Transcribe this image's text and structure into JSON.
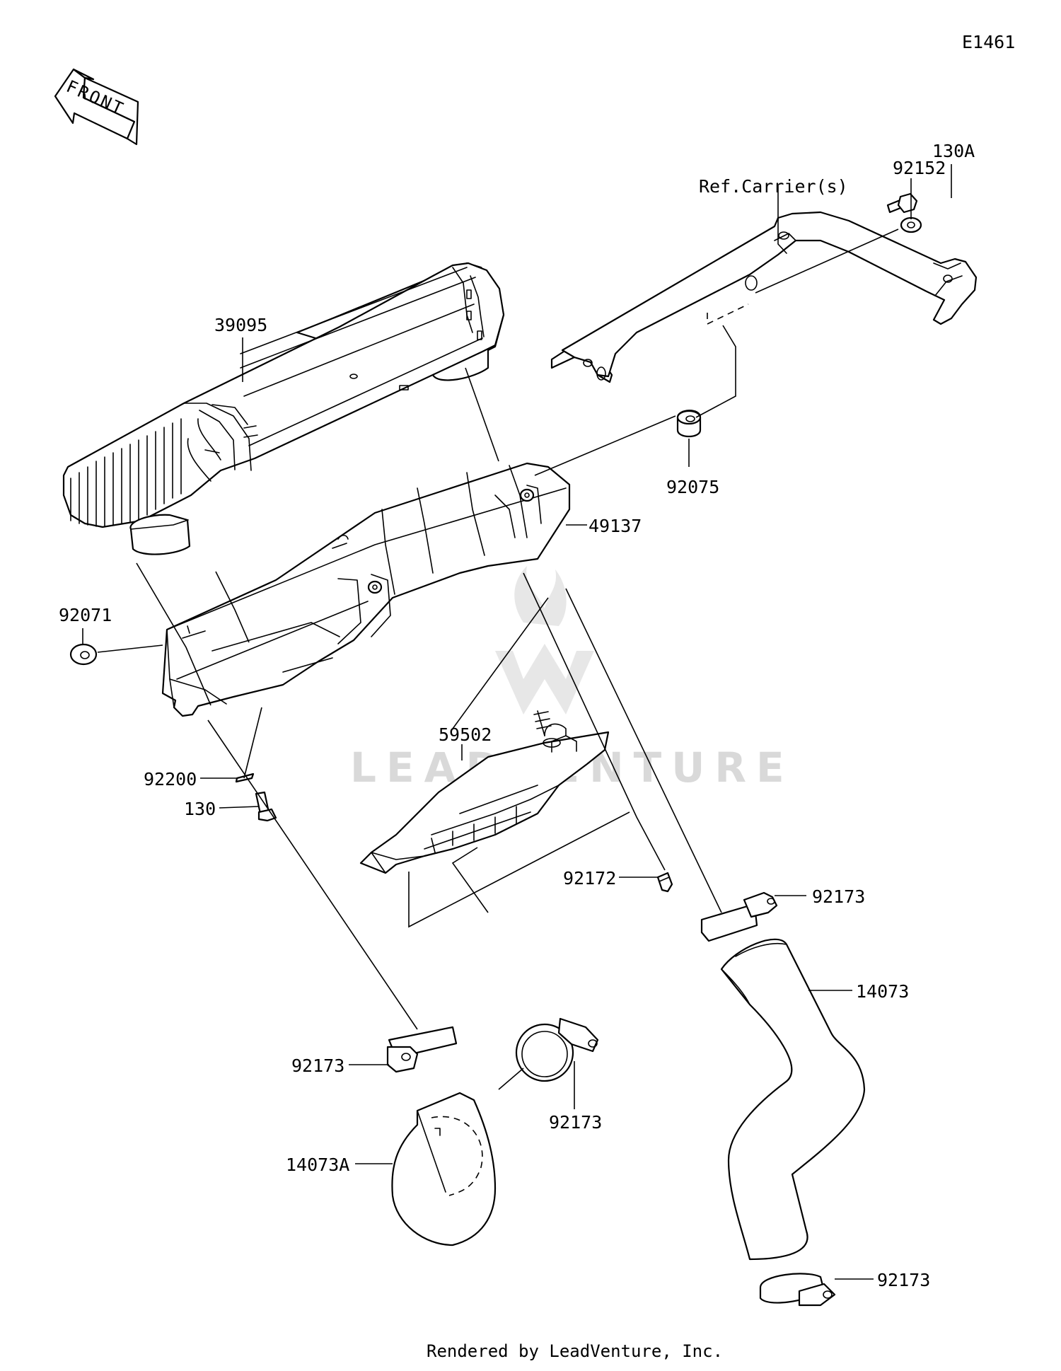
{
  "diagram_code": "E1461",
  "front_label": "FRONT",
  "ref_label": "Ref.Carrier(s)",
  "parts": {
    "p39095": "39095",
    "p92152": "92152",
    "p130a": "130A",
    "p92075": "92075",
    "p49137": "49137",
    "p92071": "92071",
    "p59502": "59502",
    "p92200": "92200",
    "p130": "130",
    "p92172": "92172",
    "p92173_right": "92173",
    "p14073": "14073",
    "p92173_left": "92173",
    "p92173_center": "92173",
    "p14073a": "14073A",
    "p92173_bottom": "92173"
  },
  "watermark": "LEADVENTURE",
  "footer": "Rendered by LeadVenture, Inc."
}
